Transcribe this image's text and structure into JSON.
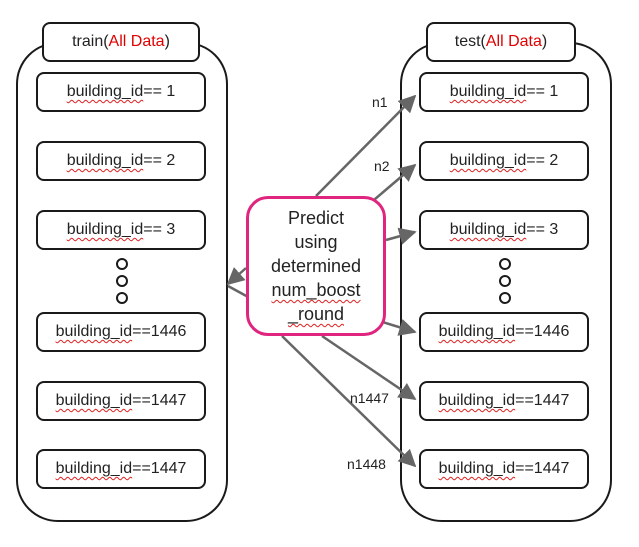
{
  "train": {
    "title_prefix": "train(",
    "title_accent": "All Data",
    "title_suffix": ")",
    "items": [
      {
        "id_label": "building_id",
        "value": "==  1"
      },
      {
        "id_label": "building_id",
        "value": "==  2"
      },
      {
        "id_label": "building_id",
        "value": "==  3"
      },
      {
        "id_label": "building_id",
        "value": "==1446"
      },
      {
        "id_label": "building_id",
        "value": "==1447"
      },
      {
        "id_label": "building_id",
        "value": "==1447"
      }
    ]
  },
  "test": {
    "title_prefix": "test(",
    "title_accent": "All Data",
    "title_suffix": ")",
    "items": [
      {
        "id_label": "building_id",
        "value": "==  1"
      },
      {
        "id_label": "building_id",
        "value": "==  2"
      },
      {
        "id_label": "building_id",
        "value": "==  3"
      },
      {
        "id_label": "building_id",
        "value": "==1446"
      },
      {
        "id_label": "building_id",
        "value": "==1447"
      },
      {
        "id_label": "building_id",
        "value": "==1447"
      }
    ]
  },
  "predict": {
    "line1": "Predict",
    "line2": "using",
    "line3": "determined",
    "line4": "num_boost",
    "line5": "_round"
  },
  "edge_labels": {
    "first": "n1",
    "second": "n2",
    "fifth": "n1447",
    "sixth": "n1448"
  },
  "colors": {
    "accent_red": "#e00000",
    "predict_border": "#e0257e",
    "arrow": "#666666"
  }
}
